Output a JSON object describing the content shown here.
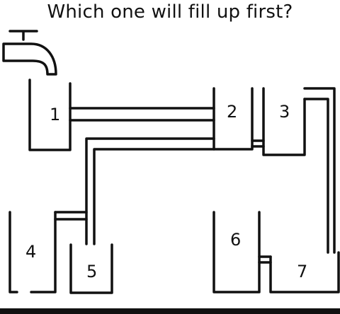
{
  "title": "Which one will fill up first?",
  "containers": [
    {
      "label": "1"
    },
    {
      "label": "2"
    },
    {
      "label": "3"
    },
    {
      "label": "4"
    },
    {
      "label": "5"
    },
    {
      "label": "6"
    },
    {
      "label": "7"
    }
  ],
  "colors": {
    "ink": "#111111",
    "background": "#ffffff"
  },
  "icons": {
    "tap": "water-tap-icon"
  }
}
